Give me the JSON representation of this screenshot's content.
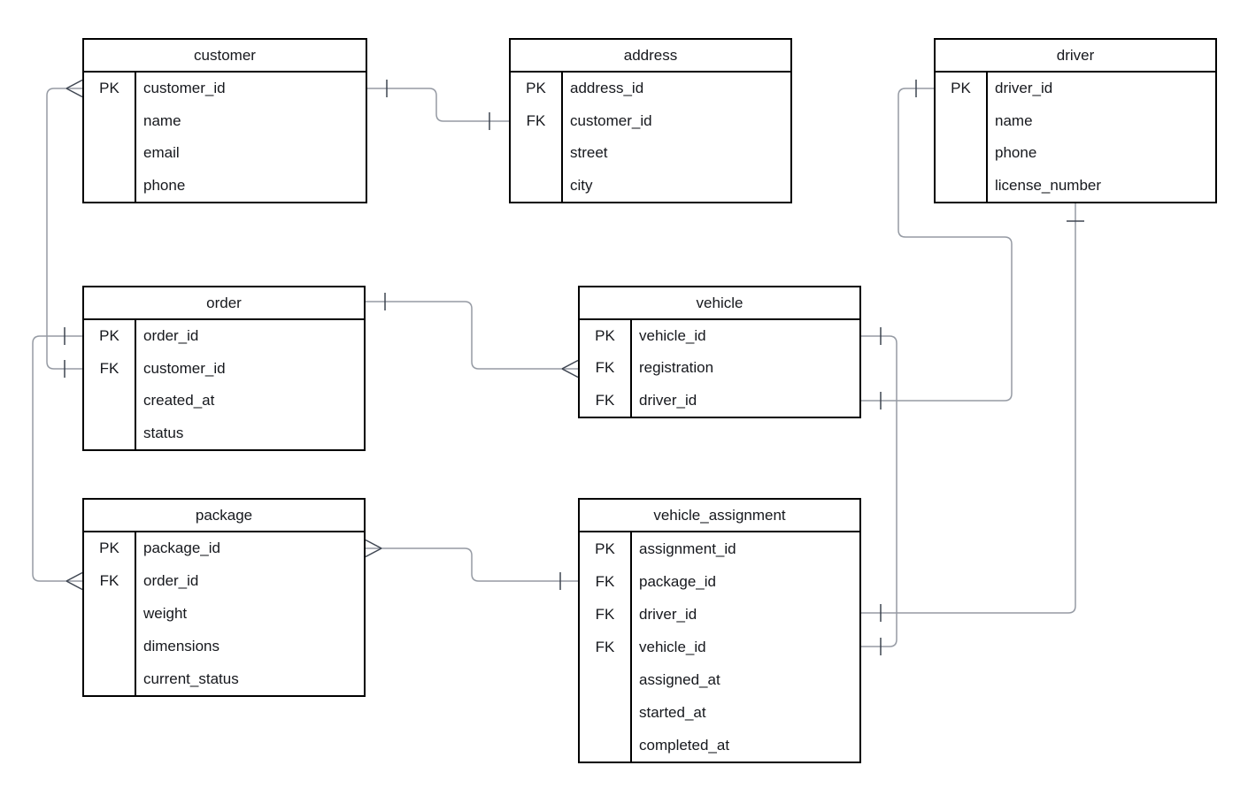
{
  "diagram": {
    "type": "entity-relationship",
    "background": "#ffffff",
    "line_color": "#959aa3",
    "marker_color": "#3e4551",
    "border_color": "#000000",
    "text_color": "#16181d"
  },
  "entities": [
    {
      "id": "customer",
      "title": "customer",
      "rows": [
        {
          "key": "PK",
          "name": "customer_id"
        },
        {
          "key": "",
          "name": "name"
        },
        {
          "key": "",
          "name": "email"
        },
        {
          "key": "",
          "name": "phone"
        }
      ]
    },
    {
      "id": "address",
      "title": "address",
      "rows": [
        {
          "key": "PK",
          "name": "address_id"
        },
        {
          "key": "FK",
          "name": "customer_id"
        },
        {
          "key": "",
          "name": "street"
        },
        {
          "key": "",
          "name": "city"
        }
      ]
    },
    {
      "id": "driver",
      "title": "driver",
      "rows": [
        {
          "key": "PK",
          "name": "driver_id"
        },
        {
          "key": "",
          "name": "name"
        },
        {
          "key": "",
          "name": "phone"
        },
        {
          "key": "",
          "name": "license_number"
        }
      ]
    },
    {
      "id": "order",
      "title": "order",
      "rows": [
        {
          "key": "PK",
          "name": "order_id"
        },
        {
          "key": "FK",
          "name": "customer_id"
        },
        {
          "key": "",
          "name": "created_at"
        },
        {
          "key": "",
          "name": "status"
        }
      ]
    },
    {
      "id": "vehicle",
      "title": "vehicle",
      "rows": [
        {
          "key": "PK",
          "name": "vehicle_id"
        },
        {
          "key": "FK",
          "name": "registration"
        },
        {
          "key": "FK",
          "name": "driver_id"
        }
      ]
    },
    {
      "id": "package",
      "title": "package",
      "rows": [
        {
          "key": "PK",
          "name": "package_id"
        },
        {
          "key": "FK",
          "name": "order_id"
        },
        {
          "key": "",
          "name": "weight"
        },
        {
          "key": "",
          "name": "dimensions"
        },
        {
          "key": "",
          "name": "current_status"
        }
      ]
    },
    {
      "id": "vehicle_assignment",
      "title": "vehicle_assignment",
      "rows": [
        {
          "key": "PK",
          "name": "assignment_id"
        },
        {
          "key": "FK",
          "name": "package_id"
        },
        {
          "key": "FK",
          "name": "driver_id"
        },
        {
          "key": "FK",
          "name": "vehicle_id"
        },
        {
          "key": "",
          "name": "assigned_at"
        },
        {
          "key": "",
          "name": "started_at"
        },
        {
          "key": "",
          "name": "completed_at"
        }
      ]
    }
  ],
  "relationships": [
    {
      "from": "customer.customer_id",
      "to": "order.customer_id",
      "from_end": "many",
      "to_end": "one"
    },
    {
      "from": "order.order_id",
      "to": "package.order_id",
      "from_end": "one",
      "to_end": "many"
    },
    {
      "from": "customer.customer_id",
      "to": "address.customer_id",
      "from_end": "one",
      "to_end": "one"
    },
    {
      "from": "order",
      "to": "vehicle.registration",
      "from_end": "one",
      "to_end": "many"
    },
    {
      "from": "package.package_id",
      "to": "vehicle_assignment.package_id",
      "from_end": "many",
      "to_end": "one"
    },
    {
      "from": "driver.driver_id",
      "to": "vehicle.driver_id",
      "from_end": "one",
      "to_end": "one"
    },
    {
      "from": "vehicle.vehicle_id",
      "to": "vehicle_assignment.vehicle_id",
      "from_end": "one",
      "to_end": "one"
    },
    {
      "from": "driver",
      "to": "vehicle_assignment.driver_id",
      "from_end": "one",
      "to_end": "one"
    }
  ]
}
